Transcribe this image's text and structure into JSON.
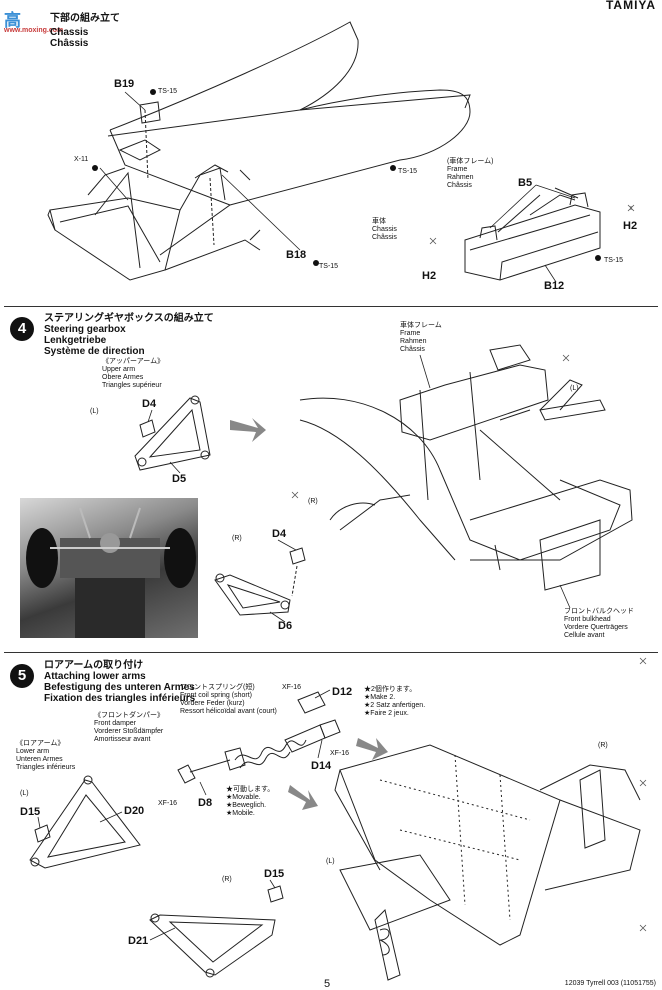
{
  "header": {
    "brand": "TAMIYA",
    "watermark_top": "高",
    "watermark_site": "www.moxing.com"
  },
  "step3": {
    "title_jp": "下部の組み立て",
    "title_lines": [
      "Chassis",
      "Châssis"
    ],
    "parts": {
      "b19": "B19",
      "ts15a": "TS-15",
      "x11": "X-11",
      "ts15b": "TS-15",
      "b18": "B18",
      "ts15c": "TS-15"
    },
    "chassis_label": [
      "車体",
      "Chassis",
      "Châssis"
    ],
    "frame_label": [
      "(車体フレーム)",
      "Frame",
      "Rahmen",
      "Châssis"
    ],
    "frame_parts": {
      "b5": "B5",
      "h2a": "H2",
      "h2b": "H2",
      "ts15": "TS-15",
      "b12": "B12"
    }
  },
  "step4": {
    "number": "4",
    "title_lines": [
      "ステアリングギヤボックスの組み立て",
      "Steering gearbox",
      "Lenkgetriebe",
      "Système de direction"
    ],
    "frame_label": [
      "車体フレーム",
      "Frame",
      "Rahmen",
      "Châssis"
    ],
    "upper_arm_label": [
      "《アッパーアーム》",
      "Upper arm",
      "Obere Armes",
      "Triangles supérieur"
    ],
    "l_label": "(L)",
    "l_label2": "(L)",
    "r_label": "(R)",
    "r_label2": "(R)",
    "parts": {
      "d4a": "D4",
      "d5": "D5",
      "d4b": "D4",
      "d6": "D6"
    },
    "bulkhead_label": [
      "フロントバルクヘッド",
      "Front bulkhead",
      "Vordere Querträgers",
      "Cellule avant"
    ]
  },
  "step5": {
    "number": "5",
    "title_lines": [
      "ロアアームの取り付け",
      "Attaching lower arms",
      "Befestigung des unteren Armes",
      "Fixation des triangles inférieurs"
    ],
    "spring_label": [
      "フロントスプリング(短)",
      "Front coil spring (short)",
      "Vordere Feder (kurz)",
      "Ressort hélicoïdal avant (court)"
    ],
    "damper_label": [
      "《フロントダンパー》",
      "Front damper",
      "Vorderer Stoßdämpfer",
      "Amortisseur avant"
    ],
    "lower_arm_label": [
      "《ロアアーム》",
      "Lower arm",
      "Unteren Armes",
      "Triangles inférieurs"
    ],
    "make2_label": [
      "★2個作ります。",
      "★Make 2.",
      "★2 Satz anfertigen.",
      "★Faire 2 jeux."
    ],
    "movable_label": [
      "★可動します。",
      "★Movable.",
      "★Beweglich.",
      "★Mobile."
    ],
    "parts": {
      "xf16a": "XF-16",
      "d12": "D12",
      "xf16b": "XF-16",
      "d14": "D14",
      "xf16c": "XF-16",
      "d8": "D8",
      "d15a": "D15",
      "d20": "D20",
      "d21": "D21",
      "d15b": "D15"
    },
    "l_label": "(L)",
    "l_label2": "(L)",
    "r_label": "(R)",
    "r_label2": "(R)"
  },
  "footer": {
    "page_number": "5",
    "code": "12039 Tyrrell 003 (11051755)"
  }
}
